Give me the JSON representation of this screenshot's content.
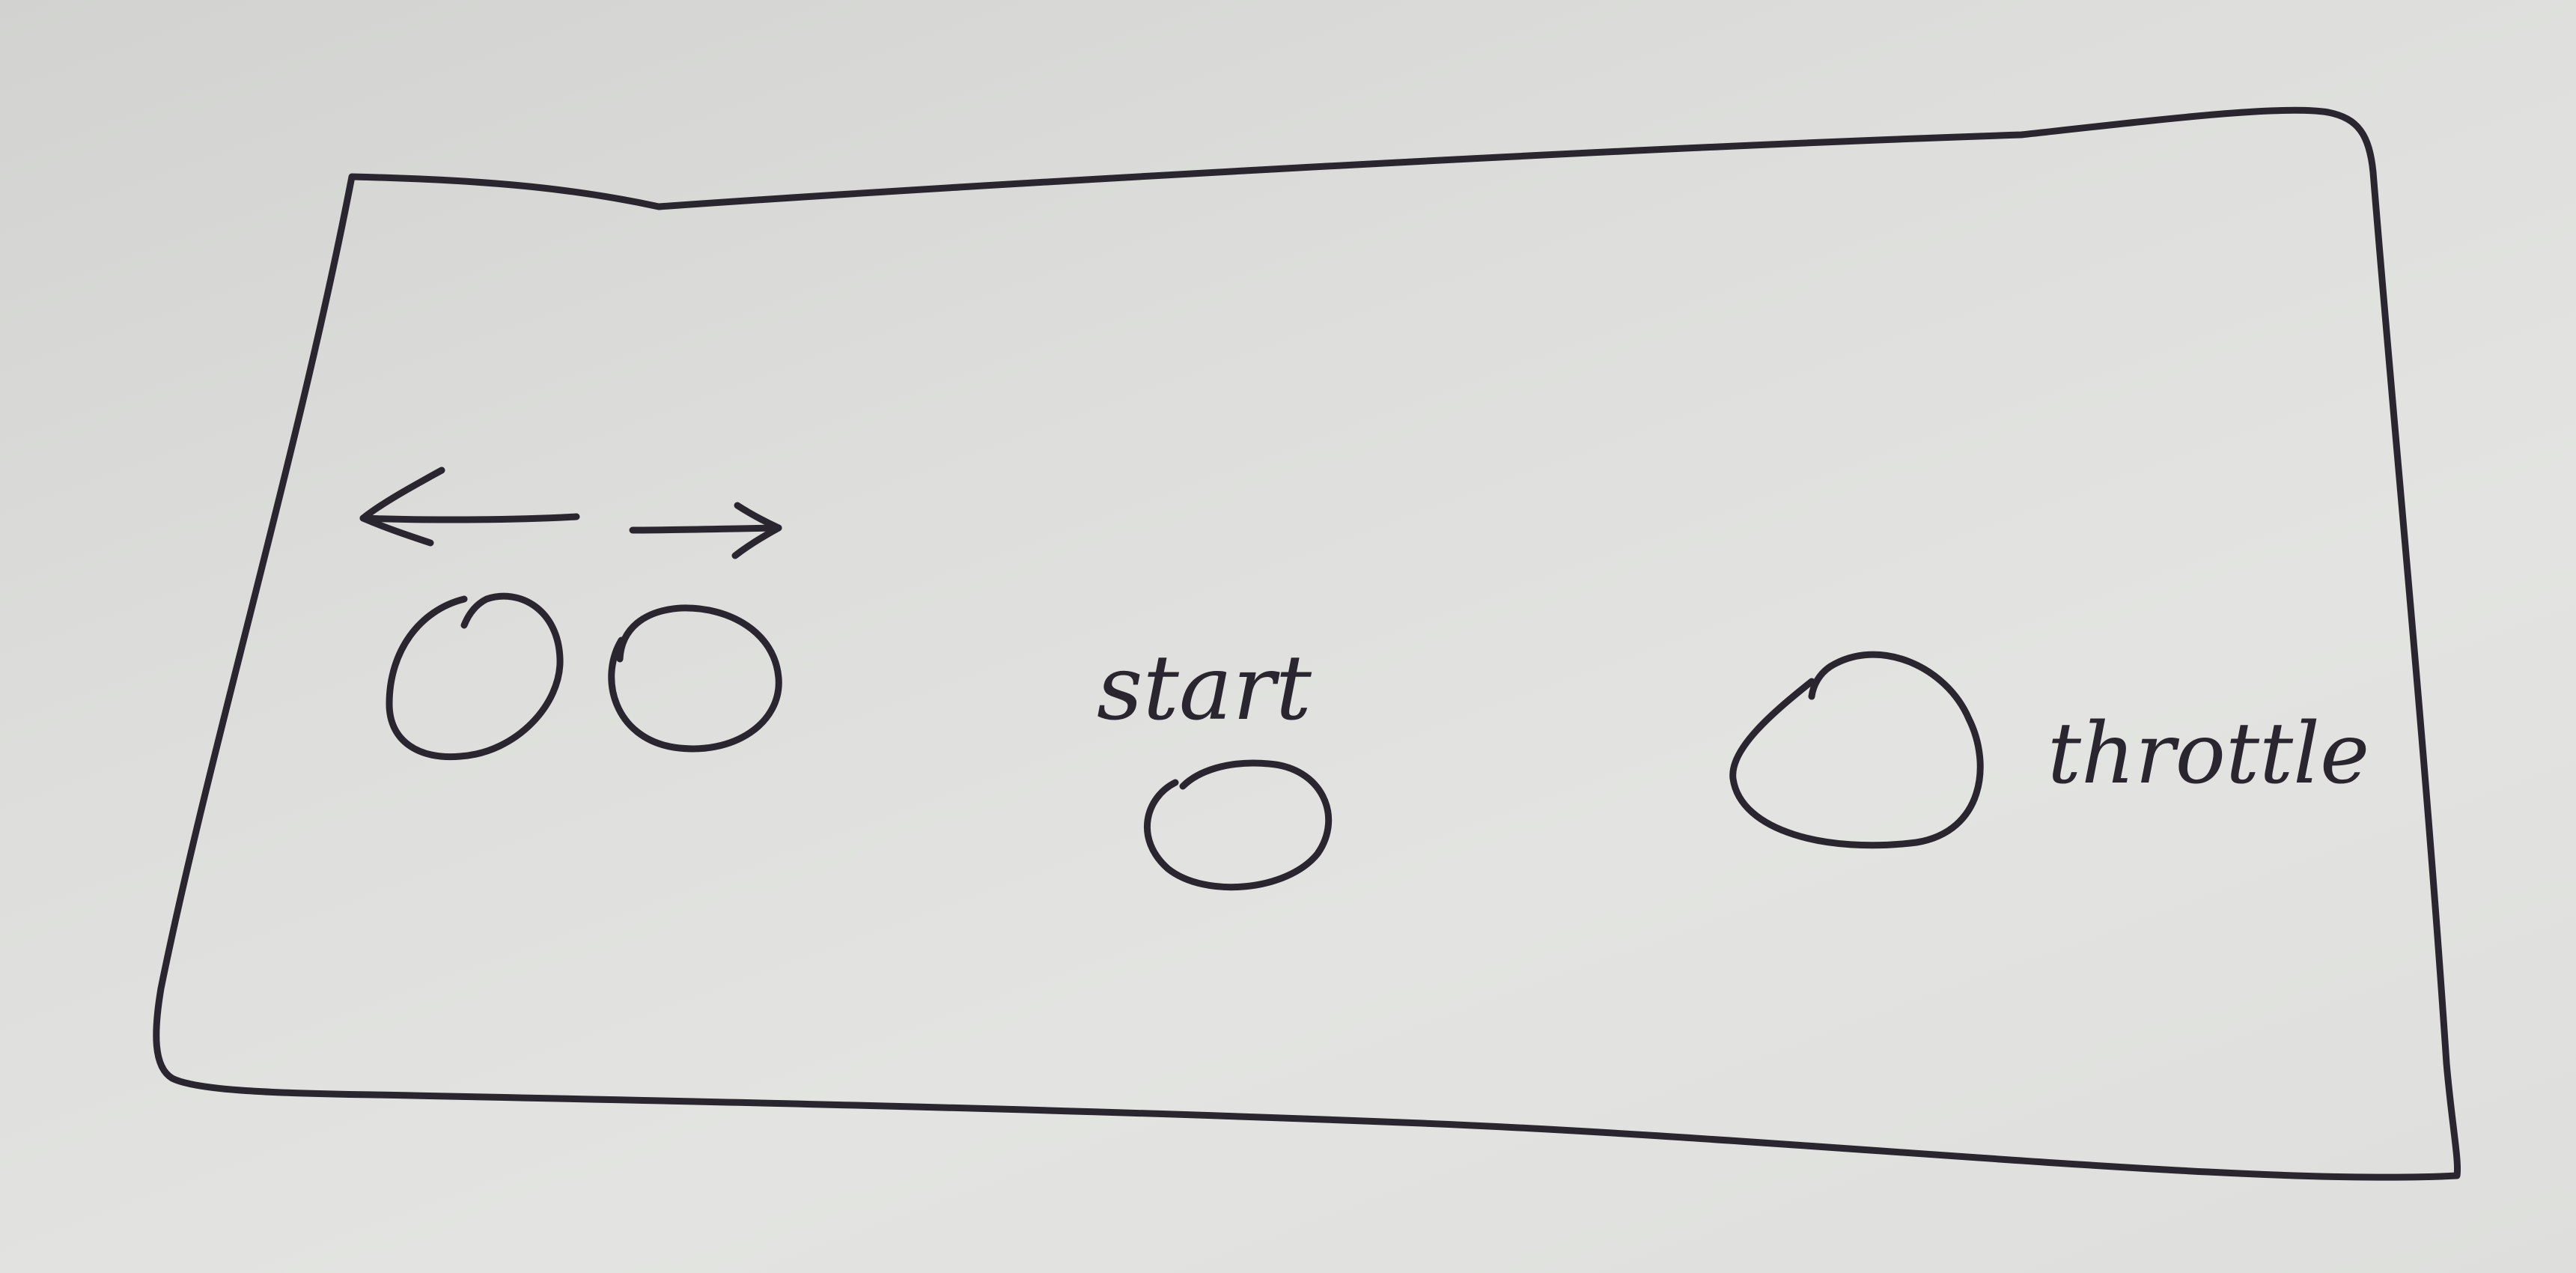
{
  "sketch": {
    "title": "",
    "controls": {
      "left_arrow_icon": "arrow-left",
      "right_arrow_icon": "arrow-right",
      "start_label": "start",
      "throttle_label": "throttle"
    },
    "ink_color": "#2a2630",
    "paper_color": "#dddedb"
  }
}
